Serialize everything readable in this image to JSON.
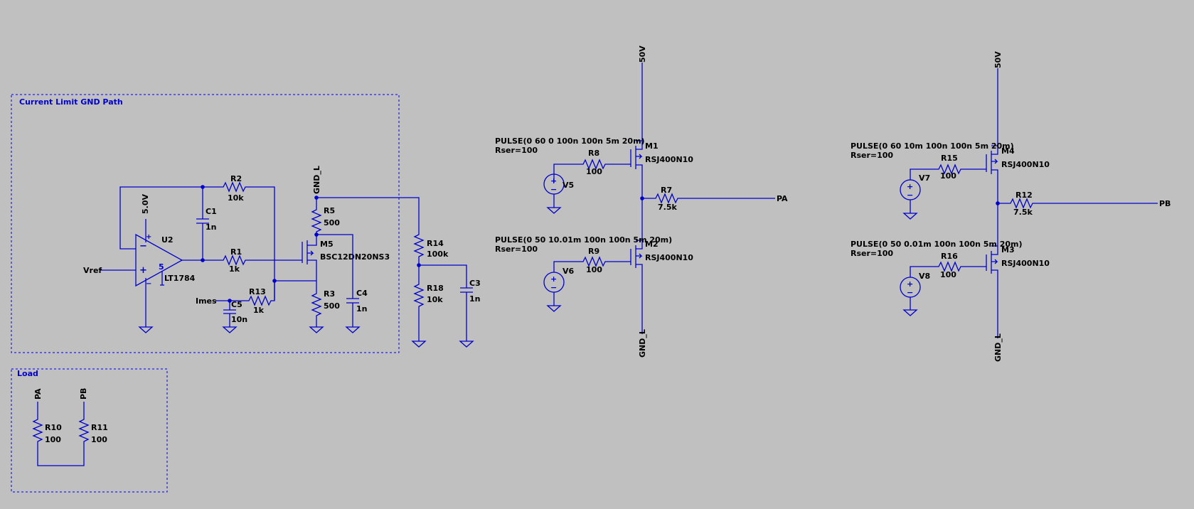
{
  "boxes": {
    "current_limit": "Current Limit GND Path",
    "load": "Load"
  },
  "nets": {
    "vref": "Vref",
    "imes": "Imes",
    "gnd_l": "GND_L",
    "v50": "50V",
    "v5": "5.0V",
    "pa": "PA",
    "pb": "PB"
  },
  "components": {
    "u2": {
      "name": "U2",
      "part": "LT1784",
      "pin": "5"
    },
    "r1": {
      "name": "R1",
      "value": "1k"
    },
    "r2": {
      "name": "R2",
      "value": "10k"
    },
    "c1": {
      "name": "C1",
      "value": "1n"
    },
    "r13": {
      "name": "R13",
      "value": "1k"
    },
    "c5": {
      "name": "C5",
      "value": "10n"
    },
    "r5": {
      "name": "R5",
      "value": "500"
    },
    "m5": {
      "name": "M5",
      "part": "BSC12DN20NS3"
    },
    "r3": {
      "name": "R3",
      "value": "500"
    },
    "c4": {
      "name": "C4",
      "value": "1n"
    },
    "r14": {
      "name": "R14",
      "value": "100k"
    },
    "r18": {
      "name": "R18",
      "value": "10k"
    },
    "c3": {
      "name": "C3",
      "value": "1n"
    },
    "r10": {
      "name": "R10",
      "value": "100"
    },
    "r11": {
      "name": "R11",
      "value": "100"
    },
    "m1": {
      "name": "M1",
      "part": "RSJ400N10"
    },
    "m2": {
      "name": "M2",
      "part": "RSJ400N10"
    },
    "m3": {
      "name": "M3",
      "part": "RSJ400N10"
    },
    "m4": {
      "name": "M4",
      "part": "RSJ400N10"
    },
    "r8": {
      "name": "R8",
      "value": "100"
    },
    "r9": {
      "name": "R9",
      "value": "100"
    },
    "r15": {
      "name": "R15",
      "value": "100"
    },
    "r16": {
      "name": "R16",
      "value": "100"
    },
    "r7": {
      "name": "R7",
      "value": "7.5k"
    },
    "r12": {
      "name": "R12",
      "value": "7.5k"
    },
    "v5": {
      "name": "V5",
      "pulse": "PULSE(0 60 0 100n 100n 5m 20m)",
      "rser": "Rser=100"
    },
    "v6": {
      "name": "V6",
      "pulse": "PULSE(0 50 10.01m 100n 100n 5m 20m)",
      "rser": "Rser=100"
    },
    "v7": {
      "name": "V7",
      "pulse": "PULSE(0 60 10m 100n 100n 5m 20m)",
      "rser": "Rser=100"
    },
    "v8": {
      "name": "V8",
      "pulse": "PULSE(0 50 0.01m 100n 100n 5m 20m)",
      "rser": "Rser=100"
    }
  }
}
